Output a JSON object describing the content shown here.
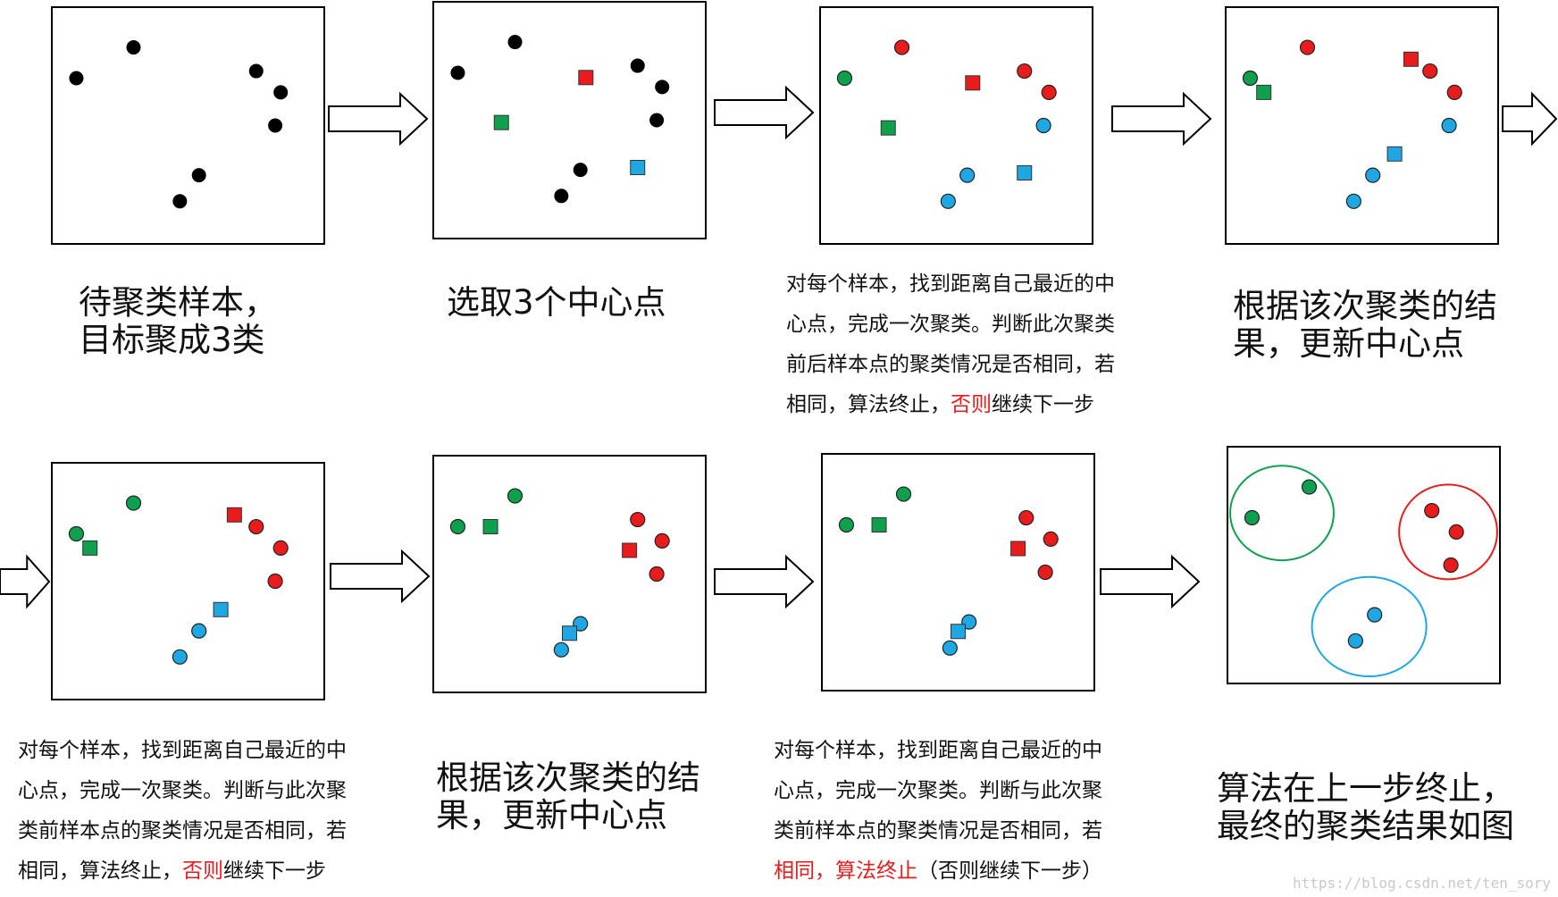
{
  "colors": {
    "black": "#000000",
    "green": "#0fa04e",
    "red": "#e81c1c",
    "blue": "#1fa7e3"
  },
  "panels": [
    {
      "points": [
        [
          "b",
          0.09,
          0.3
        ],
        [
          "b",
          0.3,
          0.17
        ],
        [
          "b",
          0.75,
          0.27
        ],
        [
          "b",
          0.84,
          0.36
        ],
        [
          "b",
          0.82,
          0.5
        ],
        [
          "b",
          0.54,
          0.71
        ],
        [
          "b",
          0.47,
          0.82
        ]
      ],
      "centers": []
    },
    {
      "points": [
        [
          "b",
          0.09,
          0.3
        ],
        [
          "b",
          0.3,
          0.17
        ],
        [
          "b",
          0.75,
          0.27
        ],
        [
          "b",
          0.84,
          0.36
        ],
        [
          "b",
          0.82,
          0.5
        ],
        [
          "b",
          0.54,
          0.71
        ],
        [
          "b",
          0.47,
          0.82
        ]
      ],
      "centers": [
        [
          "r",
          0.56,
          0.32
        ],
        [
          "g",
          0.25,
          0.51
        ],
        [
          "u",
          0.75,
          0.7
        ]
      ]
    },
    {
      "points": [
        [
          "g",
          0.09,
          0.3
        ],
        [
          "r",
          0.3,
          0.17
        ],
        [
          "r",
          0.75,
          0.27
        ],
        [
          "r",
          0.84,
          0.36
        ],
        [
          "u",
          0.82,
          0.5
        ],
        [
          "u",
          0.54,
          0.71
        ],
        [
          "u",
          0.47,
          0.82
        ]
      ],
      "centers": [
        [
          "r",
          0.56,
          0.32
        ],
        [
          "g",
          0.25,
          0.51
        ],
        [
          "u",
          0.75,
          0.7
        ]
      ]
    },
    {
      "points": [
        [
          "g",
          0.09,
          0.3
        ],
        [
          "r",
          0.3,
          0.17
        ],
        [
          "r",
          0.75,
          0.27
        ],
        [
          "r",
          0.84,
          0.36
        ],
        [
          "u",
          0.82,
          0.5
        ],
        [
          "u",
          0.54,
          0.71
        ],
        [
          "u",
          0.47,
          0.82
        ]
      ],
      "centers": [
        [
          "r",
          0.68,
          0.22
        ],
        [
          "g",
          0.14,
          0.36
        ],
        [
          "u",
          0.62,
          0.62
        ]
      ]
    },
    {
      "points": [
        [
          "g",
          0.09,
          0.3
        ],
        [
          "g",
          0.3,
          0.17
        ],
        [
          "r",
          0.75,
          0.27
        ],
        [
          "r",
          0.84,
          0.36
        ],
        [
          "r",
          0.82,
          0.5
        ],
        [
          "u",
          0.54,
          0.71
        ],
        [
          "u",
          0.47,
          0.82
        ]
      ],
      "centers": [
        [
          "r",
          0.67,
          0.22
        ],
        [
          "g",
          0.14,
          0.36
        ],
        [
          "u",
          0.62,
          0.62
        ]
      ]
    },
    {
      "points": [
        [
          "g",
          0.09,
          0.3
        ],
        [
          "g",
          0.3,
          0.17
        ],
        [
          "r",
          0.75,
          0.27
        ],
        [
          "r",
          0.84,
          0.36
        ],
        [
          "r",
          0.82,
          0.5
        ],
        [
          "u",
          0.54,
          0.71
        ],
        [
          "u",
          0.47,
          0.82
        ]
      ],
      "centers": [
        [
          "r",
          0.72,
          0.4
        ],
        [
          "g",
          0.21,
          0.3
        ],
        [
          "u",
          0.5,
          0.75
        ]
      ]
    },
    {
      "points": [
        [
          "g",
          0.09,
          0.3
        ],
        [
          "g",
          0.3,
          0.17
        ],
        [
          "r",
          0.75,
          0.27
        ],
        [
          "r",
          0.84,
          0.36
        ],
        [
          "r",
          0.82,
          0.5
        ],
        [
          "u",
          0.54,
          0.71
        ],
        [
          "u",
          0.47,
          0.82
        ]
      ],
      "centers": [
        [
          "r",
          0.72,
          0.4
        ],
        [
          "g",
          0.21,
          0.3
        ],
        [
          "u",
          0.5,
          0.75
        ]
      ]
    },
    {
      "points": [
        [
          "g",
          0.09,
          0.3
        ],
        [
          "g",
          0.3,
          0.17
        ],
        [
          "r",
          0.75,
          0.27
        ],
        [
          "r",
          0.84,
          0.36
        ],
        [
          "r",
          0.82,
          0.5
        ],
        [
          "u",
          0.54,
          0.71
        ],
        [
          "u",
          0.47,
          0.82
        ]
      ],
      "centers": [],
      "ellipses": [
        "g",
        "r",
        "u"
      ]
    }
  ],
  "captions": {
    "c1": [
      "待聚类样本，",
      "目标聚成3类"
    ],
    "c2": [
      "选取3个中心点"
    ],
    "c3": [
      "对每个样本，找到距离自己最近的中",
      "心点，完成一次聚类。判断此次聚类",
      "前后样本点的聚类情况是否相同，若"
    ],
    "c3_last_a": "相同，算法终止，",
    "c3_last_red": "否则",
    "c3_last_b": "继续下一步",
    "c4": [
      "根据该次聚类的结",
      "果，更新中心点"
    ],
    "c5": [
      "对每个样本，找到距离自己最近的中",
      "心点，完成一次聚类。判断与此次聚",
      "类前样本点的聚类情况是否相同，若"
    ],
    "c5_last_a": "相同，算法终止，",
    "c5_last_red": "否则",
    "c5_last_b": "继续下一步",
    "c6": [
      "根据该次聚类的结",
      "果，更新中心点"
    ],
    "c7": [
      "对每个样本，找到距离自己最近的中",
      "心点，完成一次聚类。判断与此次聚",
      "类前样本点的聚类情况是否相同，若"
    ],
    "c7_last_red": "相同，算法终止",
    "c7_last_b": "（否则继续下一步）",
    "c8": [
      "算法在上一步终止，",
      "最终的聚类结果如图"
    ]
  },
  "watermark": "https://blog.csdn.net/ten_sory"
}
